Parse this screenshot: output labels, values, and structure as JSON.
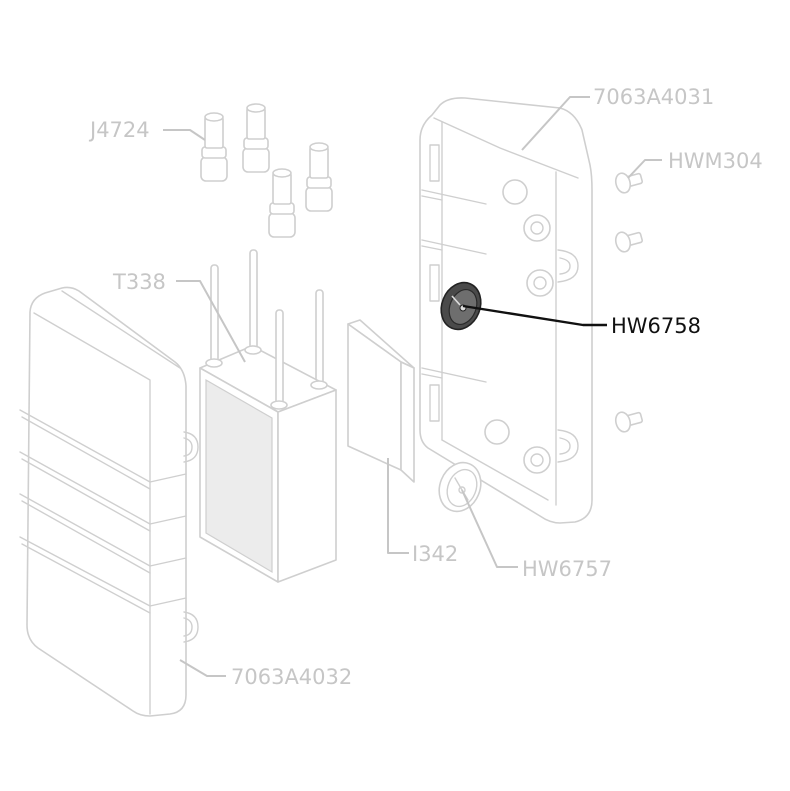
{
  "callouts": [
    "J4724",
    "7063A4031",
    "HWM304",
    "T338",
    "HW6758",
    "I342",
    "HW6757",
    "7063A4032"
  ],
  "colors": {
    "muted": "#c6c6c6",
    "highlight": "#111111",
    "line": "#cfcfcf",
    "panel": "#ececec",
    "dark": "#4a4a4a"
  }
}
